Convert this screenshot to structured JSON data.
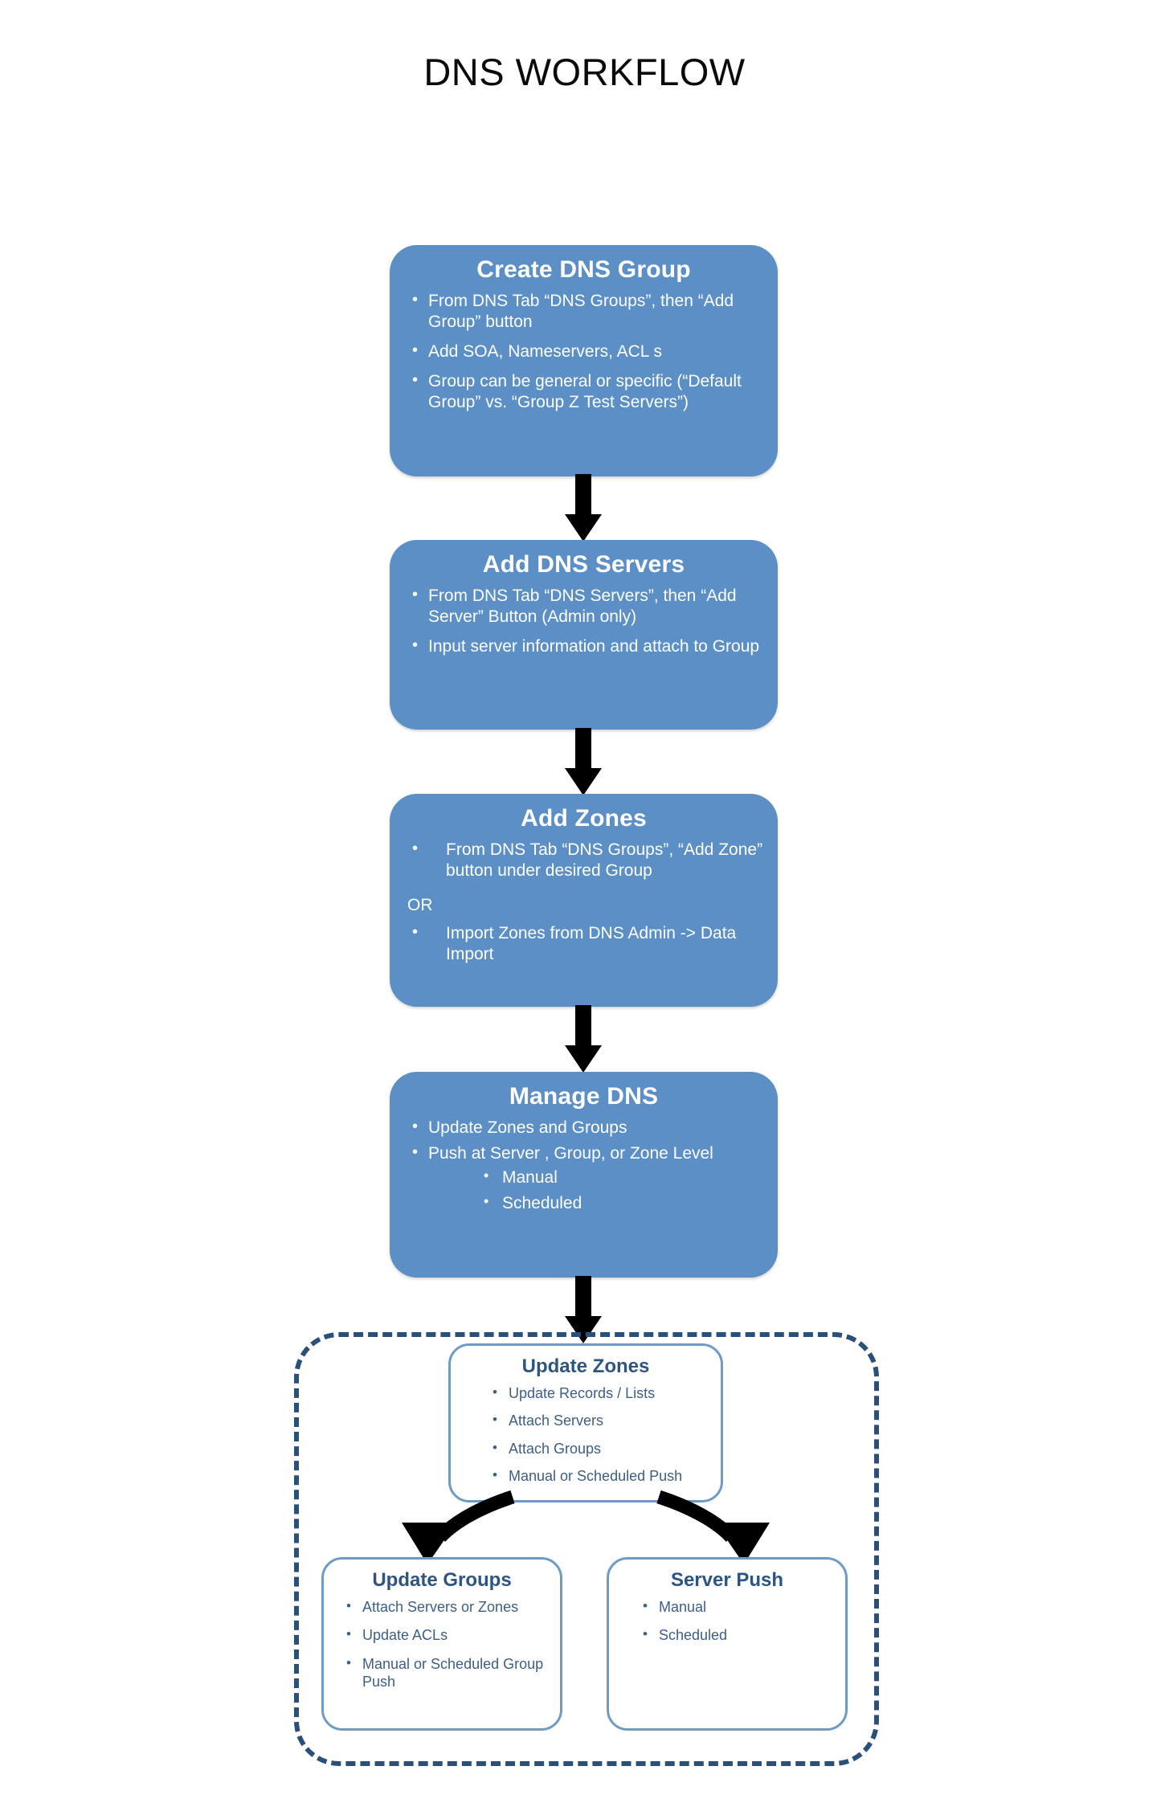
{
  "page": {
    "title": "DNS WORKFLOW"
  },
  "colors": {
    "box_fill": "#5b8fc5",
    "box_text": "#ffffff",
    "outline_box_border": "#6e9bc6",
    "outline_box_text": "#3d5e85",
    "outline_box_title": "#2e5580",
    "dashed_border": "#2a4f78",
    "arrow": "#000000",
    "background": "#ffffff"
  },
  "flow": {
    "steps": [
      {
        "id": "create-dns-group",
        "title": "Create DNS Group",
        "bullets": [
          "From DNS Tab “DNS Groups”, then “Add Group” button",
          "Add SOA, Nameservers, ACL s",
          "Group can be general or specific (“Default Group” vs. “Group Z Test Servers”)"
        ]
      },
      {
        "id": "add-dns-servers",
        "title": "Add DNS Servers",
        "bullets": [
          "From DNS Tab “DNS Servers”, then “Add Server” Button (Admin only)",
          "Input server information and attach to Group"
        ]
      },
      {
        "id": "add-zones",
        "title": "Add  Zones",
        "bullets_before": [
          " From DNS Tab “DNS Groups”, “Add Zone” button under desired Group"
        ],
        "separator": "OR",
        "bullets_after": [
          " Import Zones from DNS Admin -> Data Import"
        ]
      },
      {
        "id": "manage-dns",
        "title": "Manage DNS",
        "bullets": [
          "Update Zones and Groups",
          "Push at Server , Group, or Zone Level"
        ],
        "sub_bullets": [
          "Manual",
          "Scheduled"
        ]
      }
    ]
  },
  "detail_group": {
    "update_zones": {
      "id": "update-zones",
      "title": "Update Zones",
      "bullets": [
        "Update Records / Lists",
        "Attach Servers",
        "Attach Groups",
        "Manual or Scheduled Push"
      ]
    },
    "update_groups": {
      "id": "update-groups",
      "title": "Update Groups",
      "bullets": [
        "Attach Servers or Zones",
        "Update ACLs",
        "Manual or Scheduled Group Push"
      ]
    },
    "server_push": {
      "id": "server-push",
      "title": "Server Push",
      "bullets": [
        "Manual",
        "Scheduled"
      ]
    }
  }
}
